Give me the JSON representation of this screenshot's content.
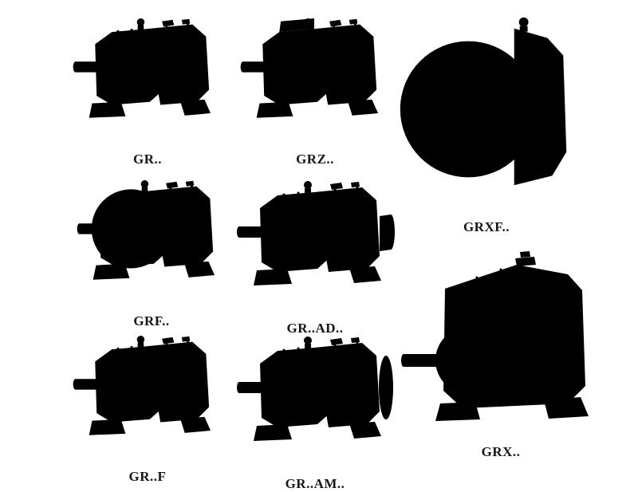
{
  "page": {
    "background": "#ffffff",
    "description": "Catalog sheet of helical gear reducer models, line drawings"
  },
  "palette": {
    "line_color": "#4b4b4b",
    "faded_line_color": "#c6c6c6",
    "label_color": "#161616"
  },
  "figures": [
    {
      "id": "gr",
      "label": "GR..",
      "style": "solid",
      "drawing": "foot-mounted-helical-gear-unit"
    },
    {
      "id": "grz",
      "label": "GRZ..",
      "style": "solid",
      "drawing": "foot-mounted-helical-gear-unit-reinforced"
    },
    {
      "id": "grxf",
      "label": "GRXF..",
      "style": "solid",
      "drawing": "flange-mounted-gear-unit-front-view"
    },
    {
      "id": "grf",
      "label": "GRF..",
      "style": "solid",
      "drawing": "flange-mounted-helical-gear-unit"
    },
    {
      "id": "grad",
      "label": "GR..AD..",
      "style": "faded",
      "drawing": "gear-unit-with-input-adapter"
    },
    {
      "id": "grx",
      "label": "GRX..",
      "style": "solid",
      "drawing": "single-stage-foot-mounted-gear-unit"
    },
    {
      "id": "grf2",
      "label": "GR..F",
      "style": "solid",
      "drawing": "foot-flange-helical-gear-unit"
    },
    {
      "id": "gram",
      "label": "GR..AM..",
      "style": "faded",
      "drawing": "gear-unit-with-motor-adapter-flange"
    }
  ]
}
